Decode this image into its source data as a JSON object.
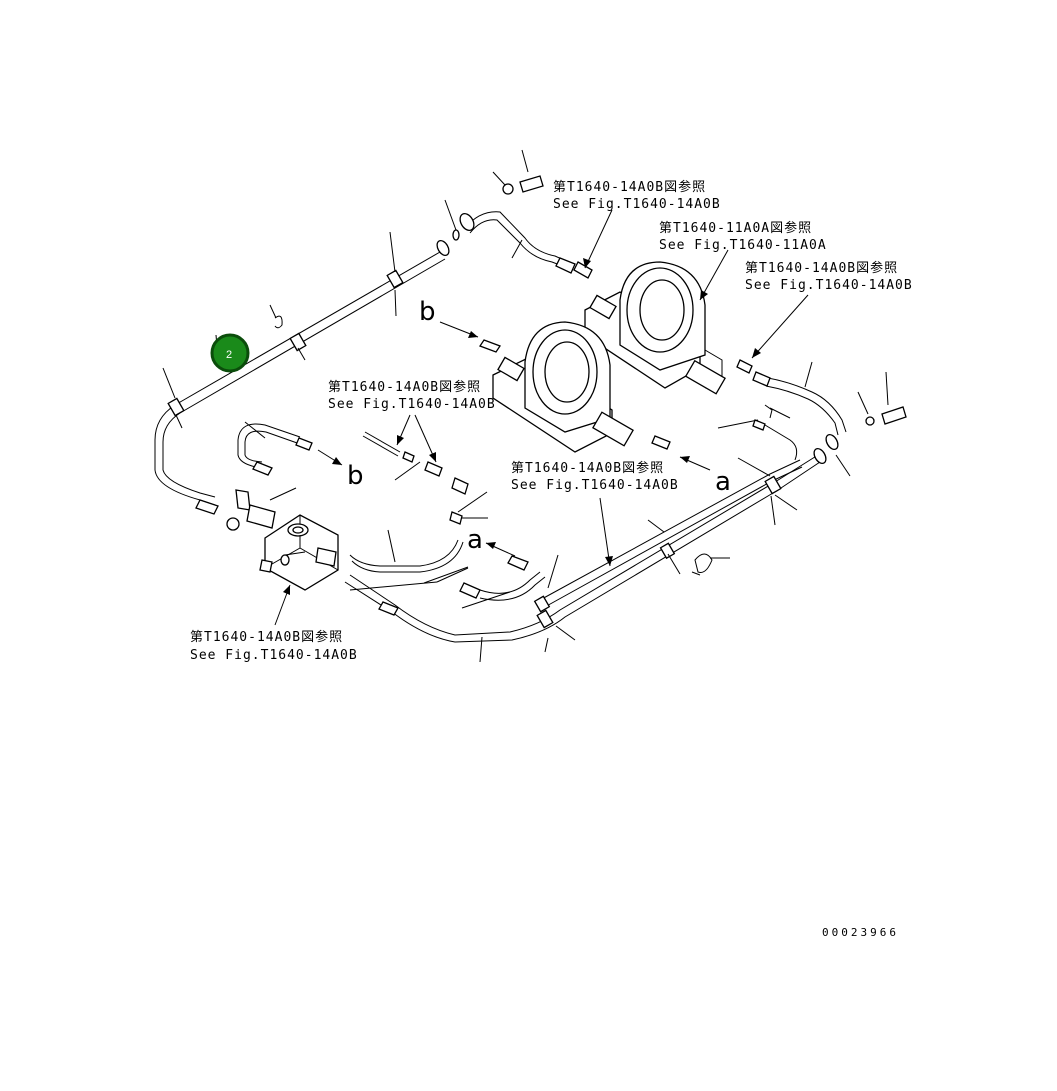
{
  "references": [
    {
      "jp": "第T1640-14A0B図参照",
      "en": "See Fig.T1640-14A0B"
    },
    {
      "jp": "第T1640-11A0A図参照",
      "en": "See Fig.T1640-11A0A"
    },
    {
      "jp": "第T1640-14A0B図参照",
      "en": "See Fig.T1640-14A0B"
    },
    {
      "jp": "第T1640-14A0B図参照",
      "en": "See Fig.T1640-14A0B"
    },
    {
      "jp": "第T1640-14A0B図参照",
      "en": "See Fig.T1640-14A0B"
    },
    {
      "jp": "第T1640-14A0B図参照",
      "en": "See Fig.T1640-14A0B"
    }
  ],
  "connection_letters": [
    "b",
    "b",
    "a",
    "a"
  ],
  "callout": {
    "number": "2",
    "color": "#1a8a1a",
    "ring_color": "#0b4d0b"
  },
  "drawing_number": "00023966"
}
